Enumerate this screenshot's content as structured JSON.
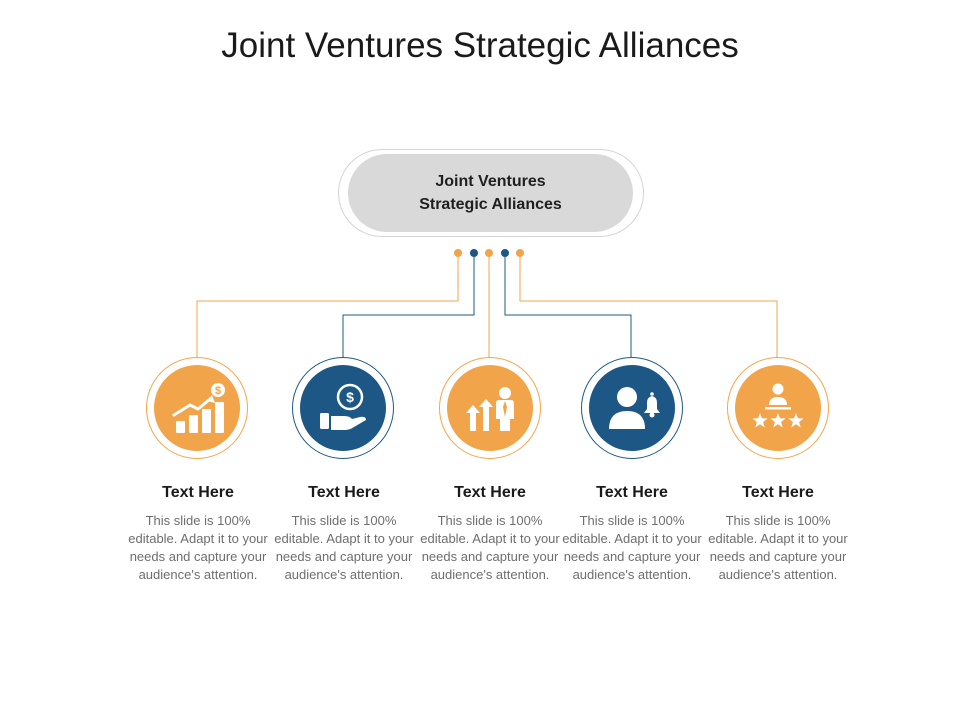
{
  "title": "Joint Ventures Strategic Alliances",
  "hub": {
    "line1": "Joint Ventures",
    "line2": "Strategic Alliances"
  },
  "colors": {
    "orange": "#f2a44a",
    "blue": "#1c5785",
    "hub_fill": "#d9d9d9"
  },
  "items": [
    {
      "icon": "growth-chart-dollar-icon",
      "color": "orange",
      "label": "Text Here",
      "description": "This slide is 100% editable. Adapt it to your needs and capture your audience's attention."
    },
    {
      "icon": "hand-coin-icon",
      "color": "blue",
      "label": "Text Here",
      "description": "This slide is 100% editable. Adapt it to your needs and capture your audience's attention."
    },
    {
      "icon": "growth-arrows-businessman-icon",
      "color": "orange",
      "label": "Text Here",
      "description": "This slide is 100% editable. Adapt it to your needs and capture your audience's attention."
    },
    {
      "icon": "user-bell-icon",
      "color": "blue",
      "label": "Text Here",
      "description": "This slide is 100% editable. Adapt it to your needs and capture your audience's attention."
    },
    {
      "icon": "person-stars-icon",
      "color": "orange",
      "label": "Text Here",
      "description": "This slide is 100% editable. Adapt it to your needs and capture your audience's attention."
    }
  ]
}
